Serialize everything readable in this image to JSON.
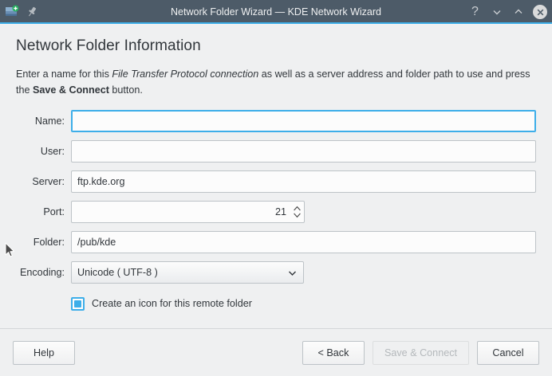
{
  "titlebar": {
    "title": "Network Folder Wizard — KDE Network Wizard",
    "app_icon": "network-folder-add-icon",
    "pin_icon": "pin-icon",
    "help_label": "?",
    "minimize_icon": "chevron-down-icon",
    "maximize_icon": "chevron-up-icon",
    "close_label": "✕",
    "background": "#4d5b68",
    "accent": "#3daee9"
  },
  "page": {
    "title": "Network Folder Information",
    "intro": {
      "part1": "Enter a name for this ",
      "emphasis": "File Transfer Protocol connection",
      "part2": " as well as a server address and folder path to use and press the ",
      "strong": "Save & Connect",
      "part3": " button."
    }
  },
  "form": {
    "fields": [
      {
        "label": "Name:",
        "value": "",
        "placeholder": "",
        "focused": true,
        "type": "text"
      },
      {
        "label": "User:",
        "value": "",
        "placeholder": "",
        "focused": false,
        "type": "text"
      },
      {
        "label": "Server:",
        "value": "ftp.kde.org",
        "placeholder": "",
        "focused": false,
        "type": "text"
      },
      {
        "label": "Port:",
        "value": "21",
        "placeholder": "",
        "focused": false,
        "type": "spinbox"
      },
      {
        "label": "Folder:",
        "value": "/pub/kde",
        "placeholder": "",
        "focused": false,
        "type": "text"
      },
      {
        "label": "Encoding:",
        "value": "Unicode ( UTF-8 )",
        "placeholder": "",
        "focused": false,
        "type": "combobox"
      }
    ],
    "checkbox": {
      "label": "Create an icon for this remote folder",
      "checked": true,
      "color": "#3daee9"
    }
  },
  "footer": {
    "help_label": "Help",
    "back_label": "< Back",
    "save_label": "Save & Connect",
    "save_disabled": true,
    "cancel_label": "Cancel"
  },
  "colors": {
    "window_bg": "#eff0f1",
    "text": "#31363b",
    "field_bg": "#fcfcfc",
    "field_border": "#bdc3c7",
    "focus": "#3daee9",
    "disabled_text": "#b5b9bc"
  }
}
